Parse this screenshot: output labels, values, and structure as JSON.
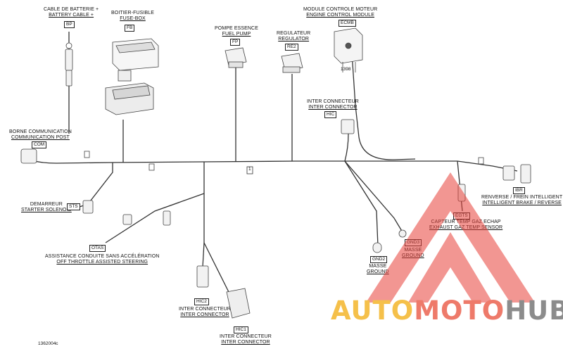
{
  "components": {
    "battery_cable": {
      "line1": "CABLE DE BATTERIE +",
      "line2": "BATTERY CABLE +",
      "tag": "BP"
    },
    "fuse_box": {
      "line1": "BOITIER-FUSIBLE",
      "line2": "FUSE-BOX",
      "tag": "FB"
    },
    "fuel_pump": {
      "line1": "POMPE ESSENCE",
      "line2": "FUEL PUMP",
      "tag": "FP"
    },
    "regulator": {
      "line1": "REGULATEUR",
      "line2": "REGULATOR",
      "tag": "RE2"
    },
    "ecm": {
      "line1": "MODULE CONTROLE MOTEUR",
      "line2": "ENGINE CONTROL MODULE",
      "tag": "ECMB",
      "part": "1398"
    },
    "hic": {
      "line1": "INTER CONNECTEUR",
      "line2": "INTER CONNECTOR",
      "tag": "HIC"
    },
    "com": {
      "line1": "BORNE COMMUNICATION",
      "line2": "COMMUNICATION POST",
      "tag": "COM"
    },
    "sts": {
      "line1": "DEMARREUR",
      "line2": "STARTER SOLENOID",
      "tag": "STS"
    },
    "otas": {
      "line1": "ASSISTANCE CONDUITE SANS ACCÉLÉRATION",
      "line2": "OFF THROTTLE ASSISTED STEERING",
      "tag": "OTAS"
    },
    "hic2": {
      "line1": "INTER CONNECTEUR",
      "line2": "INTER CONNECTOR",
      "tag": "HIC2"
    },
    "hic1": {
      "line1": "INTER CONNECTEUR",
      "line2": "INTER CONNECTOR",
      "tag": "HIC1"
    },
    "gnd2": {
      "line1": "MASSE",
      "line2": "GROUND",
      "tag": "GND2"
    },
    "gnd3": {
      "line1": "MASSE",
      "line2": "GROUND",
      "tag": "GND3"
    },
    "egts": {
      "line1": "CAPTEUR TEMP GAZ ECHAP",
      "line2": "EXHAUST GAZ TEMP SENSOR",
      "tag": "EGTS"
    },
    "ibr": {
      "line1": "RENVERSE / FREIN INTELLIGENT",
      "line2": "INTELLIGENT BRAKE / REVERSE",
      "tag": "IBR"
    }
  },
  "harness_mark": "1",
  "drawing_number": "1362004c",
  "watermark": {
    "part1": "AUTO",
    "part2": "MOTO",
    "part3": "HUB"
  },
  "colors": {
    "wire": "#333333",
    "watermark_red": "#e8423a",
    "watermark_yellow": "#f5c04a",
    "watermark_gray": "#8c8c8c"
  }
}
